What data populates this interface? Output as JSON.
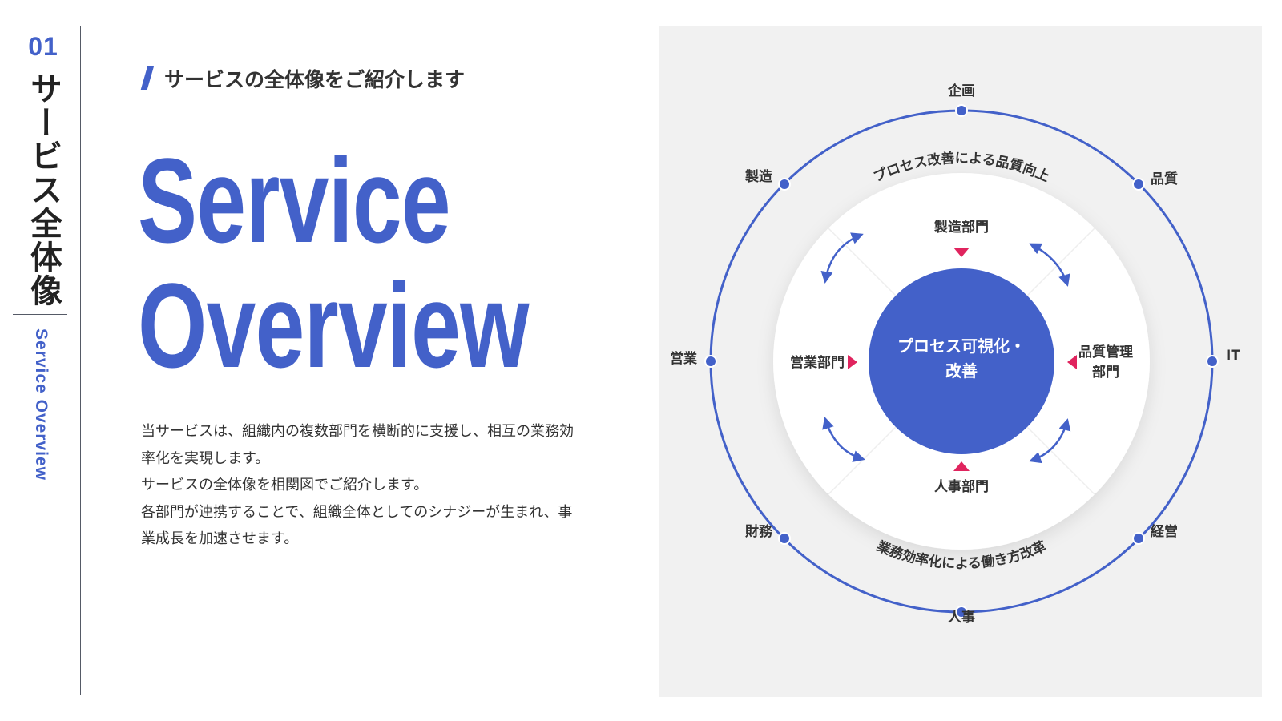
{
  "sidebar": {
    "number": "01",
    "title_jp": "サービス全体像",
    "title_en": "Service Overview"
  },
  "header": {
    "subtitle": "サービスの全体像をご紹介します",
    "hero_lines": [
      "Service",
      "Overview"
    ]
  },
  "description": {
    "lines": [
      "当サービスは、組織内の複数部門を横断的に支援し、相互の業務効",
      "率化を実現します。",
      "サービスの全体像を相関図でご紹介します。",
      "各部門が連携することで、組織全体としてのシナジーが生まれ、事",
      "業成長を加速させます。"
    ]
  },
  "diagram": {
    "center": [
      "プロセス可視化・",
      "改善"
    ],
    "arc_top": "プロセス改善による品質向上",
    "arc_bottom": "業務効率化による働き方改革",
    "departments": {
      "top": "製造部門",
      "left": "営業部門",
      "right": [
        "品質管理",
        "部門"
      ],
      "bottom": "人事部門"
    },
    "outer_nodes": {
      "top": "企画",
      "top_right": "品質",
      "right": "IT",
      "bottom_right": "経営",
      "bottom": "人事",
      "bottom_left": "財務",
      "left": "営業",
      "top_left": "製造"
    },
    "colors": {
      "primary": "#4361c9",
      "accent": "#e0245e",
      "panel_bg": "#f1f1f1"
    }
  }
}
